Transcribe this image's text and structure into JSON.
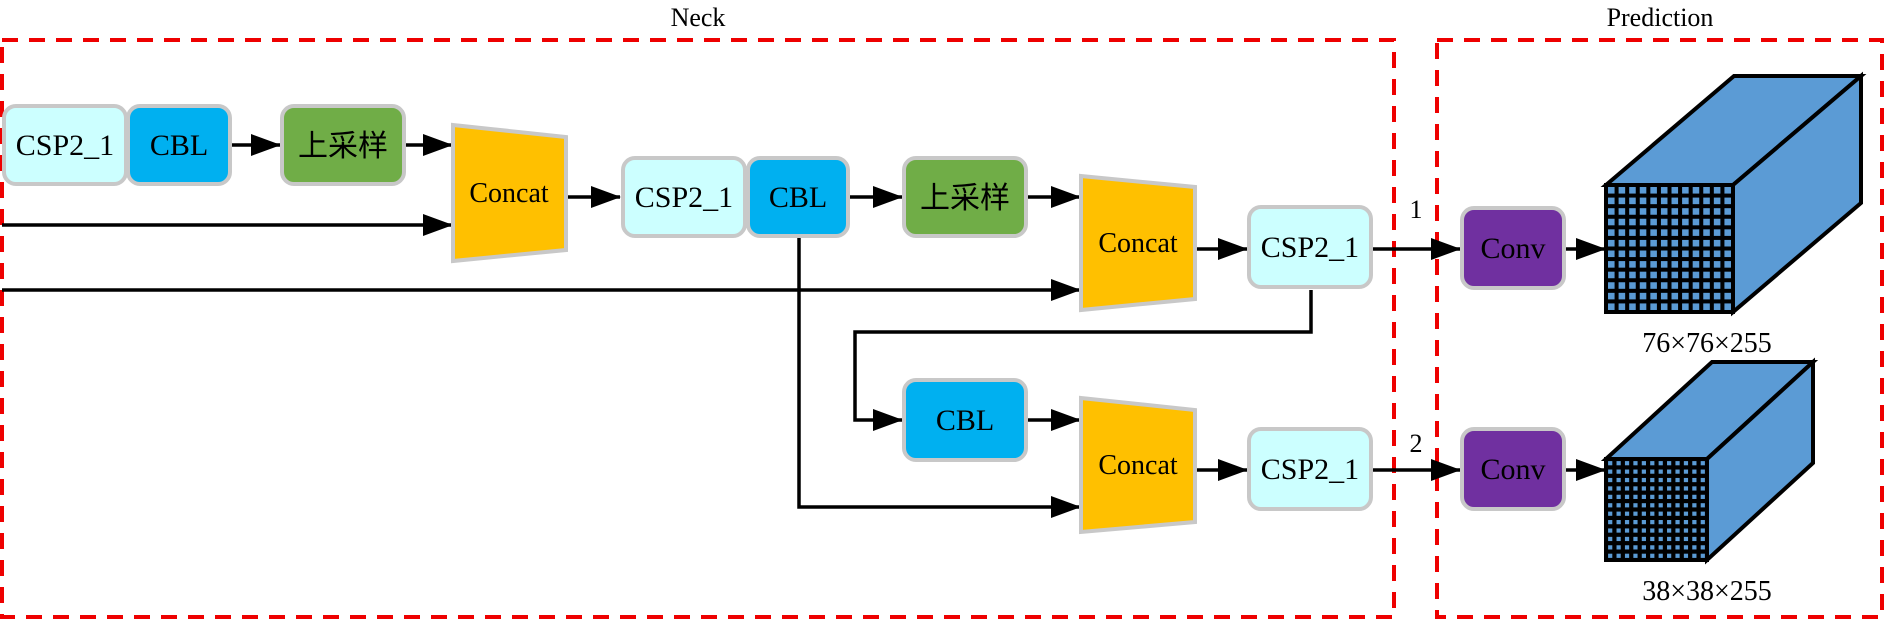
{
  "regions": {
    "neck": {
      "title": "Neck"
    },
    "prediction": {
      "title": "Prediction"
    }
  },
  "colors": {
    "csp": "#ccffff",
    "cbl": "#00b0f0",
    "upsample": "#70ad47",
    "concat": "#ffc000",
    "conv": "#7030a0",
    "cube": "#5b9bd5",
    "region_border": "#ee0000",
    "node_border": "#c8c8c8"
  },
  "nodes": {
    "csp_a": "CSP2_1",
    "cbl_a": "CBL",
    "up_a": "上采样",
    "concat_a": "Concat",
    "csp_b": "CSP2_1",
    "cbl_b": "CBL",
    "up_b": "上采样",
    "concat_b": "Concat",
    "csp_c": "CSP2_1",
    "cbl_c": "CBL",
    "concat_c": "Concat",
    "csp_d": "CSP2_1",
    "conv_1": "Conv",
    "conv_2": "Conv"
  },
  "outputs": [
    {
      "index_label": "1",
      "shape_label": "76×76×255",
      "grid": 12
    },
    {
      "index_label": "2",
      "shape_label": "38×38×255",
      "grid": 12
    }
  ]
}
